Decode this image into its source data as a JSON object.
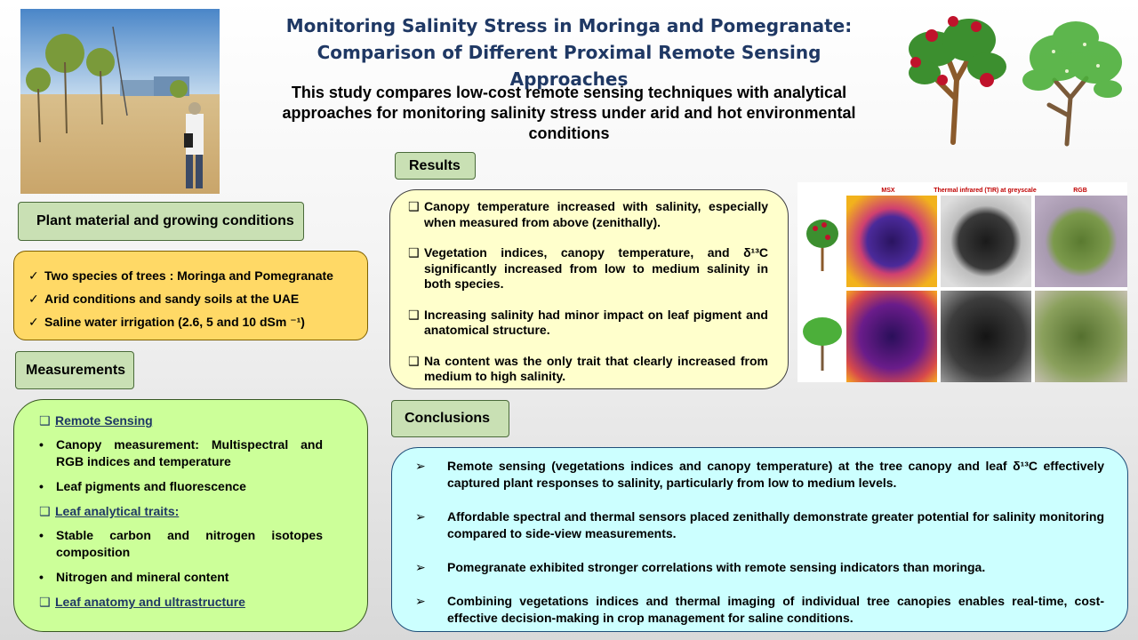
{
  "title": {
    "line1": "Monitoring Salinity Stress in Moringa and Pomegranate:",
    "line2": "Comparison of Different Proximal Remote Sensing Approaches"
  },
  "summary": "This study compares low-cost remote sensing techniques with analytical approaches for monitoring salinity stress under arid and hot environmental conditions",
  "plant_material": {
    "heading": "Plant material and growing conditions",
    "items": [
      "Two species of trees : Moringa and Pomegranate",
      "Arid conditions and sandy soils at the UAE",
      "Saline water irrigation (2.6, 5 and 10 dSm ⁻¹)"
    ]
  },
  "measurements": {
    "heading": "Measurements",
    "group1_title": "Remote Sensing",
    "group1_items": [
      "Canopy measurement: Multispectral and RGB indices and temperature",
      "Leaf pigments and fluorescence"
    ],
    "group2_title": "Leaf analytical traits:",
    "group2_items": [
      "Stable carbon and nitrogen isotopes composition",
      "Nitrogen and mineral  content"
    ],
    "group3_title": "Leaf anatomy and ultrastructure"
  },
  "results": {
    "heading": "Results",
    "items": [
      "Canopy temperature increased with salinity, especially when measured from above (zenithally).",
      "Vegetation indices, canopy temperature, and δ¹³C significantly increased from low to medium salinity in both species.",
      "Increasing salinity had minor impact on leaf pigment and anatomical structure.",
      "Na content was the only trait that clearly increased from medium to high salinity."
    ]
  },
  "figure": {
    "col1": "MSX",
    "col2": "Thermal infrared (TIR) at greyscale",
    "col3": "RGB"
  },
  "conclusions": {
    "heading": "Conclusions",
    "items": [
      "Remote sensing (vegetations indices and canopy temperature) at the tree canopy and leaf δ¹³C effectively captured plant responses to salinity, particularly from low to medium levels.",
      "Affordable spectral and thermal sensors placed zenithally demonstrate greater potential for salinity monitoring compared to side-view measurements.",
      "Pomegranate exhibited stronger correlations with remote sensing indicators than moringa.",
      "Combining vegetations indices and thermal imaging of individual tree canopies enables real-time, cost-effective decision-making in crop management for saline conditions."
    ]
  },
  "colors": {
    "title": "#1f3864",
    "header_fill": "#c9e0b4",
    "plant_box": "#ffd966",
    "measurements_box": "#ccff99",
    "results_box": "#ffffcc",
    "conclusions_box": "#ccffff"
  }
}
